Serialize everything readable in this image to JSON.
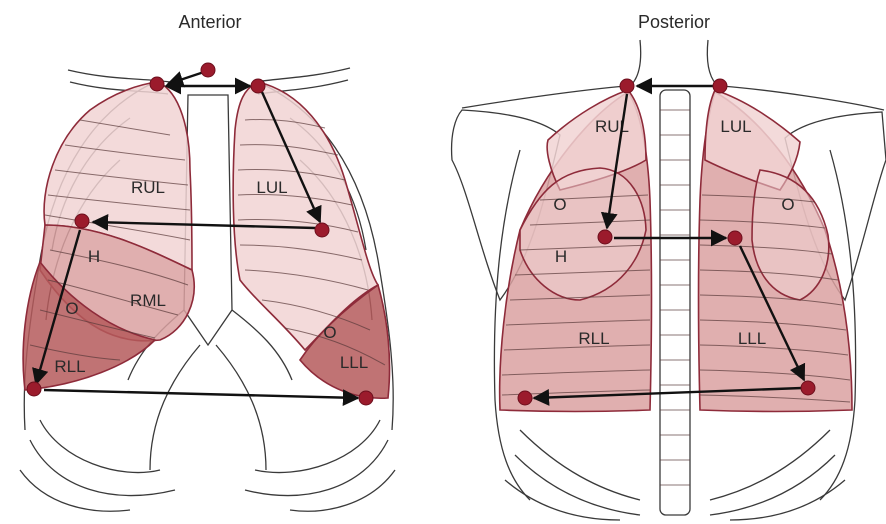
{
  "views": {
    "anterior": {
      "title": "Anterior",
      "labels": {
        "rul": "RUL",
        "lul": "LUL",
        "rml": "RML",
        "rll": "RLL",
        "lll": "LLL",
        "h": "H",
        "o_right": "O",
        "o_left": "O"
      }
    },
    "posterior": {
      "title": "Posterior",
      "labels": {
        "rul": "RUL",
        "lul": "LUL",
        "rll": "RLL",
        "lll": "LLL",
        "h": "H",
        "o_right": "O",
        "o_left": "O"
      }
    }
  },
  "colors": {
    "marker": "#9b1b2c",
    "upper_lobe": "#f1d4d4",
    "middle_lobe": "#dba1a1",
    "lower_lobe": "#b55a5c",
    "outline": "#8e2b3a",
    "arrow": "#111111"
  }
}
